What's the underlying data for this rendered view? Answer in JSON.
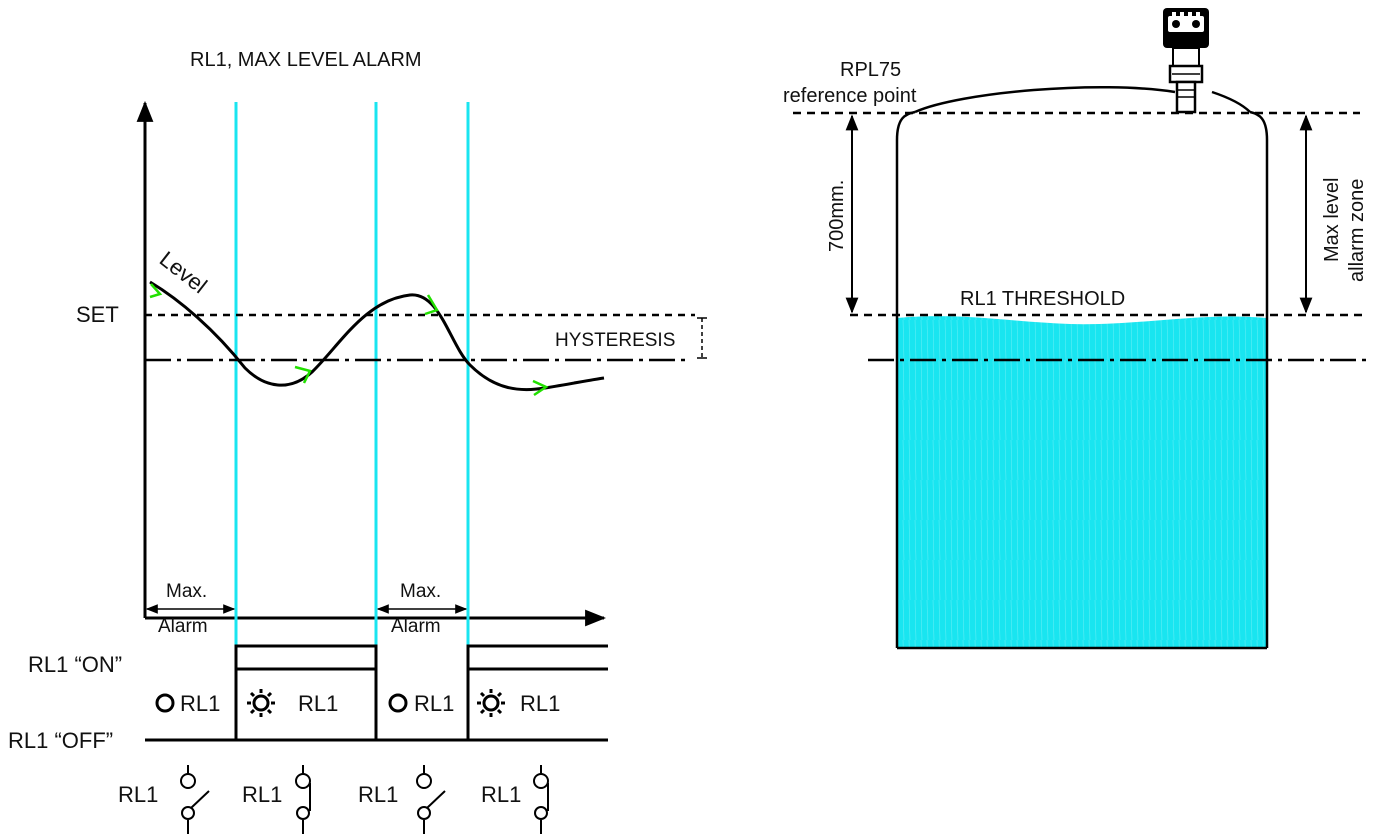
{
  "title": "RL1, MAX LEVEL ALARM",
  "graph": {
    "set_label": "SET",
    "level_label": "Level",
    "hysteresis_label": "HYSTERESIS",
    "max_alarm_1": [
      "Max.",
      "Alarm"
    ],
    "max_alarm_2": [
      "Max.",
      "Alarm"
    ]
  },
  "relay": {
    "on_label": "RL1 “ON”",
    "off_label": "RL1 “OFF”",
    "states": [
      {
        "icon": "relay-off-icon",
        "text": "RL1"
      },
      {
        "icon": "relay-on-icon",
        "text": "RL1"
      },
      {
        "icon": "relay-off-icon",
        "text": "RL1"
      },
      {
        "icon": "relay-on-icon",
        "text": "RL1"
      }
    ],
    "contacts": [
      "RL1",
      "RL1",
      "RL1",
      "RL1"
    ]
  },
  "tank": {
    "sensor_model": "RPL75",
    "reference_point": "reference point",
    "distance_label": "700mm.",
    "threshold_label": "RL1 THRESHOLD",
    "zone_label_line1": "Max level",
    "zone_label_line2": "allarm zone"
  },
  "colors": {
    "cyan": "#19e5f0",
    "arrow_green": "#22e000",
    "line": "#000000"
  }
}
